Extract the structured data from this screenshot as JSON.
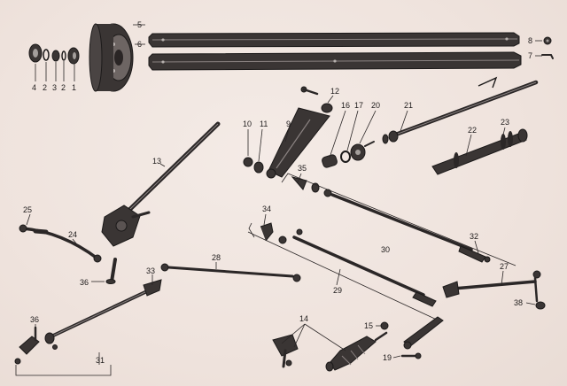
{
  "labels": [
    {
      "id": "n4",
      "text": "4"
    },
    {
      "id": "n2a",
      "text": "2"
    },
    {
      "id": "n3",
      "text": "3"
    },
    {
      "id": "n2b",
      "text": "2"
    },
    {
      "id": "n1",
      "text": "1"
    },
    {
      "id": "n5",
      "text": "5"
    },
    {
      "id": "n6",
      "text": "6"
    },
    {
      "id": "n8",
      "text": "8"
    },
    {
      "id": "n7",
      "text": "7"
    },
    {
      "id": "n12",
      "text": "12"
    },
    {
      "id": "n10",
      "text": "10"
    },
    {
      "id": "n11",
      "text": "11"
    },
    {
      "id": "n9",
      "text": "9"
    },
    {
      "id": "n16",
      "text": "16"
    },
    {
      "id": "n17",
      "text": "17"
    },
    {
      "id": "n20",
      "text": "20"
    },
    {
      "id": "n21",
      "text": "21"
    },
    {
      "id": "n22",
      "text": "22"
    },
    {
      "id": "n23",
      "text": "23"
    },
    {
      "id": "n13",
      "text": "13"
    },
    {
      "id": "n35",
      "text": "35"
    },
    {
      "id": "n25",
      "text": "25"
    },
    {
      "id": "n24",
      "text": "24"
    },
    {
      "id": "n34",
      "text": "34"
    },
    {
      "id": "n30",
      "text": "30"
    },
    {
      "id": "n32",
      "text": "32"
    },
    {
      "id": "n36a",
      "text": "36"
    },
    {
      "id": "n33",
      "text": "33"
    },
    {
      "id": "n28",
      "text": "28"
    },
    {
      "id": "n29",
      "text": "29"
    },
    {
      "id": "n27",
      "text": "27"
    },
    {
      "id": "n38",
      "text": "38"
    },
    {
      "id": "n36b",
      "text": "36"
    },
    {
      "id": "n31",
      "text": "31"
    },
    {
      "id": "n14",
      "text": "14"
    },
    {
      "id": "n15",
      "text": "15"
    },
    {
      "id": "n19",
      "text": "19"
    }
  ]
}
